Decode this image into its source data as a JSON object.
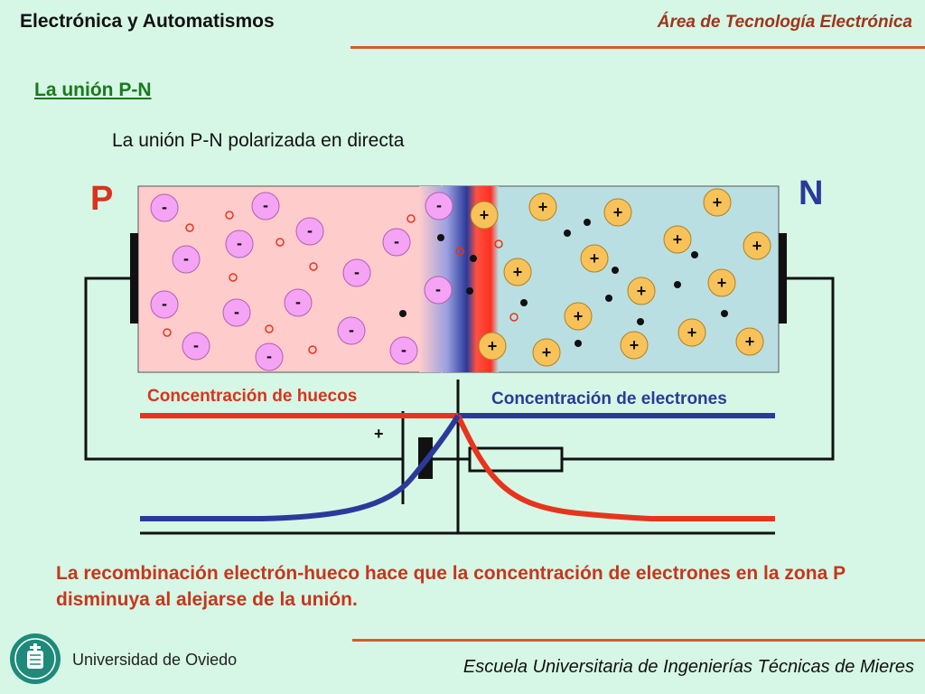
{
  "header": {
    "course": "Electrónica y Automatismos",
    "area": "Área de Tecnología Electrónica"
  },
  "section_title": "La unión P-N",
  "subtitle": "La unión P-N polarizada en directa",
  "diagram": {
    "p_label": "P",
    "n_label": "N",
    "holes_curve_label": "Concentración de huecos",
    "electrons_curve_label": "Concentración de electrones",
    "battery_plus": "+",
    "acceptor_sign": "-",
    "donor_sign": "+"
  },
  "conclusion": "La recombinación electrón-hueco hace que la concentración de electrones en la zona P disminuya al alejarse de la unión.",
  "footer": {
    "university": "Universidad de Oviedo",
    "school": "Escuela Universitaria de Ingenierías Técnicas de Mieres"
  },
  "colors": {
    "p_region": "#ffcccc",
    "n_region": "#b9dfe3",
    "acceptor_ion": "#f5a3f5",
    "donor_ion": "#f7c25a",
    "hole_curve": "#e8341c",
    "electron_curve": "#2b3a9a",
    "accent": "#d8592e"
  }
}
